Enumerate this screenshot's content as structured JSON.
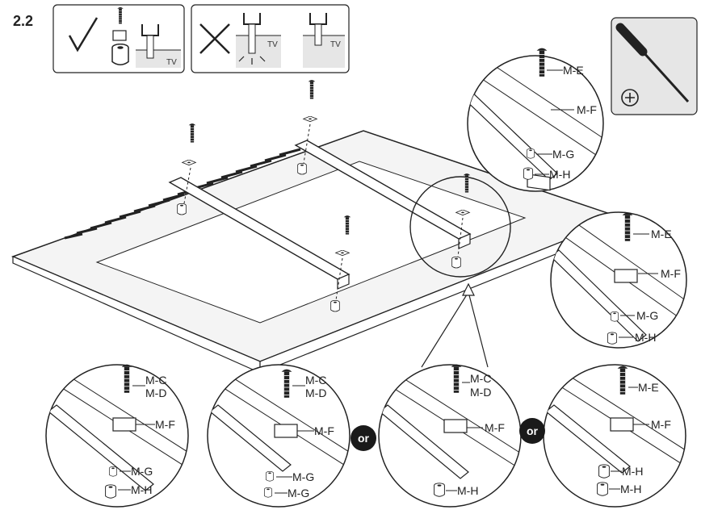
{
  "step_number": "2.2",
  "legend": {
    "tv_label": "TV"
  },
  "labels": {
    "me": "M-E",
    "mf": "M-F",
    "mg": "M-G",
    "mh": "M-H",
    "mc": "M-C",
    "md": "M-D"
  },
  "or_label": "or",
  "tool": {
    "icon": "phillips-screwdriver",
    "symbol": "⊕"
  },
  "colors": {
    "line": "#222222",
    "fill_light": "#f4f4f4",
    "panel_bg": "#e6e6e6",
    "badge": "#1a1a1a"
  }
}
